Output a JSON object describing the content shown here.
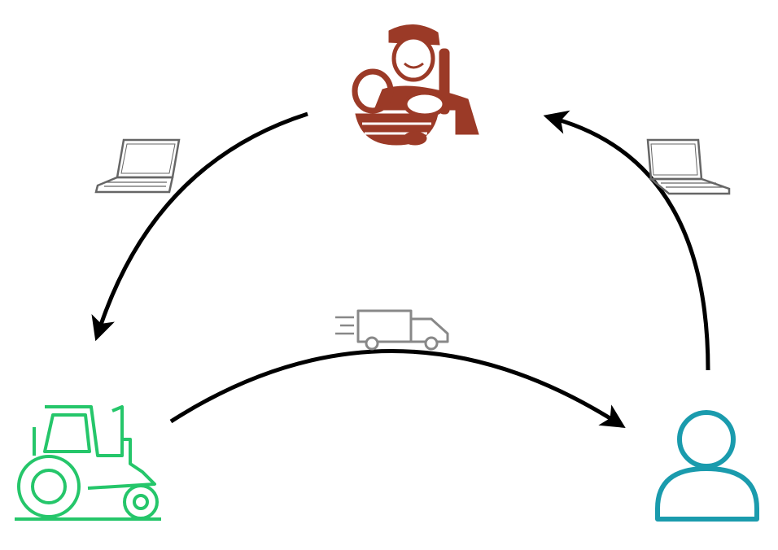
{
  "colors": {
    "vendor": "#9b3a27",
    "farmer": "#25c66a",
    "customer": "#1a9bad",
    "arrow": "#000000",
    "device": "#666666"
  },
  "nodes": [
    {
      "id": "vendor",
      "icon": "vendor-with-basket-icon"
    },
    {
      "id": "farmer",
      "icon": "tractor-icon"
    },
    {
      "id": "customer",
      "icon": "user-icon"
    }
  ],
  "edges": [
    {
      "from": "vendor",
      "to": "farmer",
      "icon": "laptop-icon"
    },
    {
      "from": "farmer",
      "to": "customer",
      "icon": "delivery-truck-icon"
    },
    {
      "from": "customer",
      "to": "vendor",
      "icon": "laptop-icon"
    }
  ]
}
